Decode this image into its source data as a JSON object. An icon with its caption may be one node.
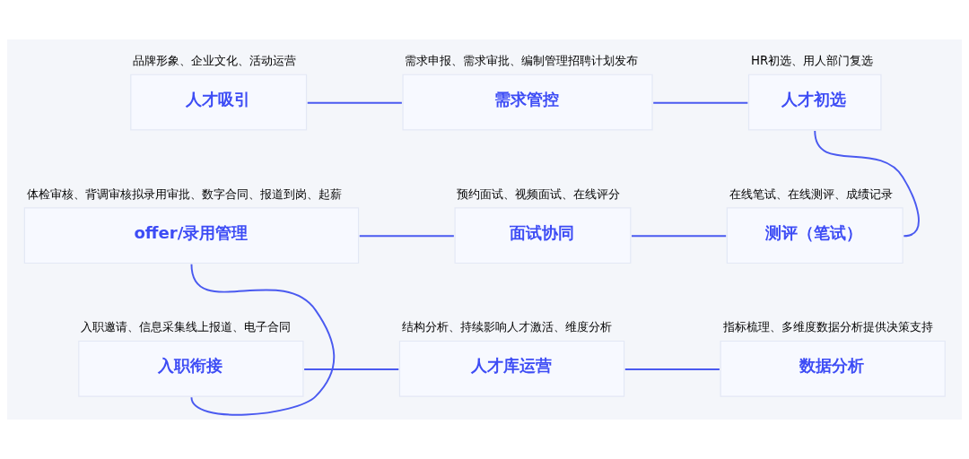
{
  "diagram": {
    "nodes": [
      {
        "text": [
          "人才吸引"
        ],
        "beside": [
          "品牌形象、企业文化、活动运营"
        ]
      },
      {
        "text": [
          "需求管控"
        ],
        "beside": [
          "需求申报、需求审批、编制管理招聘计划发布"
        ]
      },
      {
        "text": [
          "人才初选"
        ],
        "beside": [
          "HR初选、用人部门复选"
        ]
      },
      {
        "text": [
          "offer/录用管理"
        ],
        "beside": [
          "体检审核、背调审核拟录用审批、数字合同、报道到岗、起薪"
        ]
      },
      {
        "text": [
          "面试协同"
        ],
        "beside": [
          "预约面试、视频面试、在线评分"
        ]
      },
      {
        "text": [
          "测评（笔试）"
        ],
        "beside": [
          "在线笔试、在线测评、成绩记录"
        ]
      },
      {
        "text": [
          "入职衔接"
        ],
        "beside": [
          "入职邀请、信息采集线上报道、电子合同"
        ]
      },
      {
        "text": [
          "人才库运营"
        ],
        "beside": [
          "结构分析、持续影响人才激活、维度分析"
        ]
      },
      {
        "text": [
          "数据分析"
        ],
        "beside": [
          "指标梳理、多维度数据分析提供决策支持"
        ]
      }
    ],
    "edges": [
      {
        "from": 0,
        "to": 1,
        "arrow": "none"
      },
      {
        "from": 1,
        "to": 2,
        "arrow": "none"
      },
      {
        "from": 2,
        "to": 5,
        "arrow": "none"
      },
      {
        "from": 5,
        "to": 4,
        "arrow": "none"
      },
      {
        "from": 4,
        "to": 3,
        "arrow": "none"
      },
      {
        "from": 3,
        "to": 6,
        "arrow": "none"
      },
      {
        "from": 6,
        "to": 7,
        "arrow": "none"
      },
      {
        "from": 7,
        "to": 8,
        "arrow": "none"
      }
    ]
  }
}
